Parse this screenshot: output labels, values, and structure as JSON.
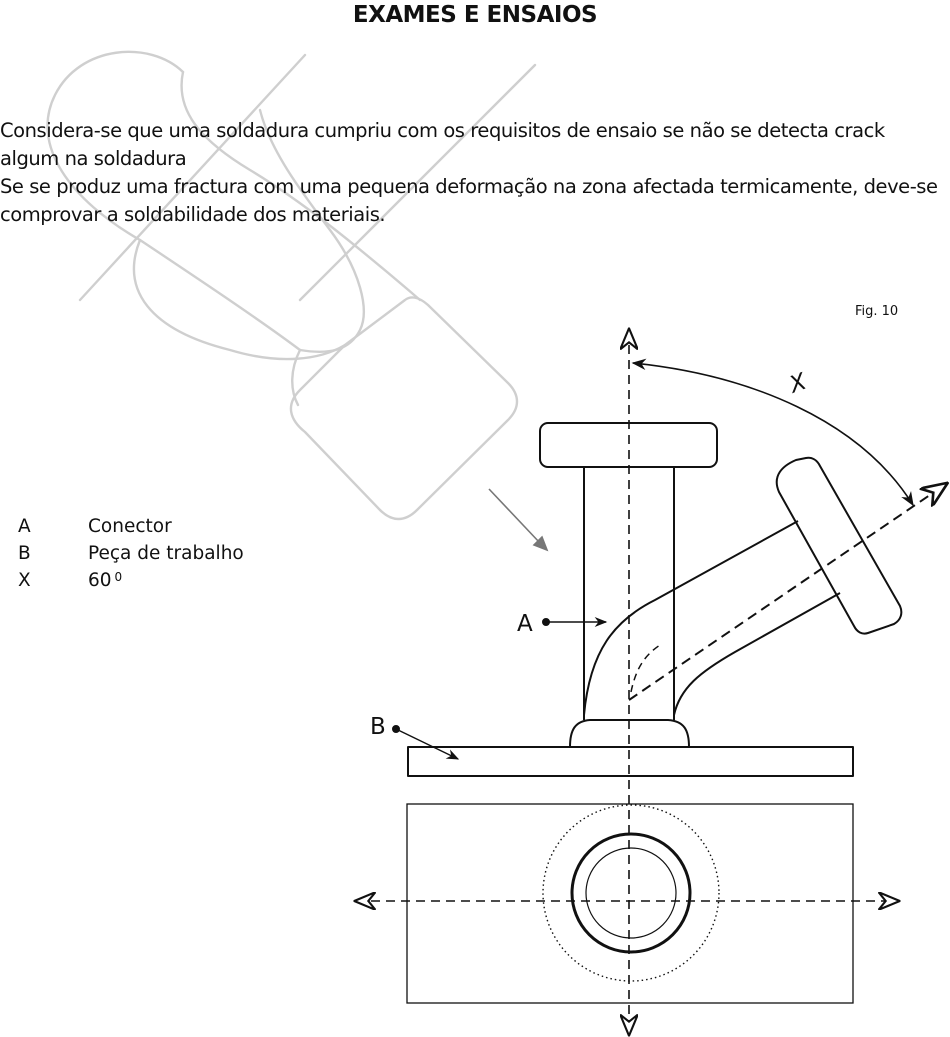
{
  "title": "EXAMES E ENSAIOS",
  "paragraphs": [
    "Considera-se que uma soldadura cumpriu com os requisitos de ensaio se não se detecta crack algum na soldadura",
    "Se se produz uma fractura com uma pequena deformação na zona afectada termicamente, deve-se comprovar a soldabilidade dos materiais."
  ],
  "figure_ref": "Fig. 10",
  "legend": [
    {
      "key": "A",
      "text": "Conector",
      "sup": ""
    },
    {
      "key": "B",
      "text": "Peça de trabalho",
      "sup": ""
    },
    {
      "key": "X",
      "text": "60",
      "sup": "0"
    }
  ],
  "diagram_labels": {
    "a": "A",
    "b": "B",
    "x": "X"
  },
  "colors": {
    "line": "#111111",
    "watermark": "#c8c8c8",
    "pointer": "#777777"
  }
}
